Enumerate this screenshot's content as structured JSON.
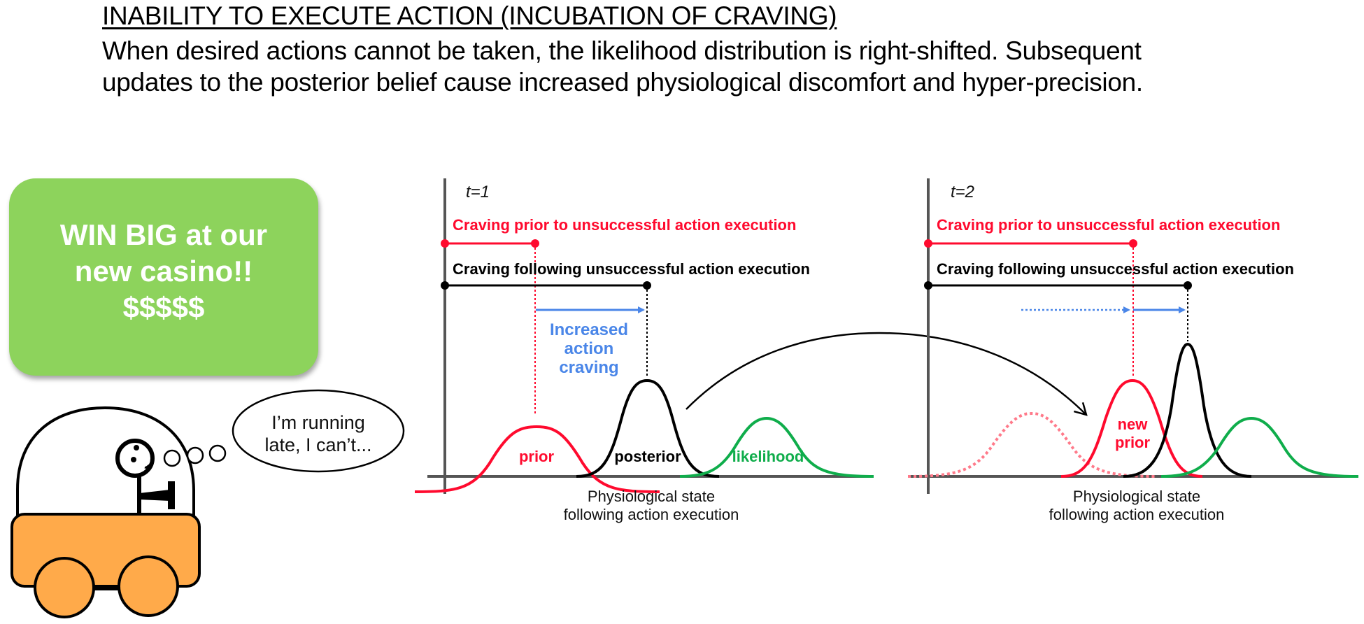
{
  "header": {
    "title": "INABILITY TO EXECUTE ACTION (INCUBATION OF CRAVING)",
    "description_lines": [
      "When desired actions cannot be taken, the likelihood distribution is right-shifted. Subsequent",
      "updates to the posterior belief cause increased physiological discomfort and hyper-precision."
    ]
  },
  "advert": {
    "lines": [
      "WIN BIG at our",
      "new casino!!",
      "$$$$$"
    ],
    "color": "#8dd35c"
  },
  "character": {
    "thought_lines": [
      "I’m running",
      "late, I can’t..."
    ],
    "car_color": "#ffaa4a"
  },
  "colors": {
    "prior": "#ff0a2e",
    "posterior": "#000000",
    "likelihood": "#0fad4b",
    "shift": "#4a86e8",
    "axis": "#555555"
  },
  "panels": [
    {
      "time_label": "t=1",
      "prior_craving_label": "Craving prior to unsuccessful action execution",
      "following_craving_label": "Craving following unsuccessful action execution",
      "shift_label_lines": [
        "Increased",
        "action",
        "craving"
      ],
      "curve_labels": {
        "prior": "prior",
        "posterior": "posterior",
        "likelihood": "likelihood"
      },
      "xaxis_label_lines": [
        "Physiological state",
        "following action execution"
      ]
    },
    {
      "time_label": "t=2",
      "prior_craving_label": "Craving prior to unsuccessful action execution",
      "following_craving_label": "Craving following unsuccessful action execution",
      "curve_labels": {
        "new_prior_lines": [
          "new",
          "prior"
        ]
      },
      "xaxis_label_lines": [
        "Physiological state",
        "following action execution"
      ]
    }
  ],
  "chart_data": [
    {
      "type": "line",
      "title": "t=1",
      "xlabel": "Physiological state following action execution",
      "ylabel": "",
      "series": [
        {
          "name": "prior",
          "peak_x": 0.25,
          "peak_height": 0.45,
          "color": "#ff0a2e"
        },
        {
          "name": "posterior",
          "peak_x": 0.5,
          "peak_height": 0.8,
          "color": "#000000"
        },
        {
          "name": "likelihood",
          "peak_x": 0.77,
          "peak_height": 0.5,
          "color": "#0fad4b"
        }
      ],
      "annotations": [
        "Craving prior to unsuccessful action execution",
        "Craving following unsuccessful action execution",
        "Increased action craving"
      ]
    },
    {
      "type": "line",
      "title": "t=2",
      "xlabel": "Physiological state following action execution",
      "ylabel": "",
      "series": [
        {
          "name": "old prior (dotted)",
          "peak_x": 0.24,
          "peak_height": 0.5,
          "color": "#ff0a2e"
        },
        {
          "name": "new prior",
          "peak_x": 0.49,
          "peak_height": 0.8,
          "color": "#ff0a2e"
        },
        {
          "name": "posterior",
          "peak_x": 0.62,
          "peak_height": 1.0,
          "color": "#000000"
        },
        {
          "name": "likelihood",
          "peak_x": 0.77,
          "peak_height": 0.5,
          "color": "#0fad4b"
        }
      ],
      "annotations": [
        "Craving prior to unsuccessful action execution",
        "Craving following unsuccessful action execution"
      ]
    }
  ]
}
